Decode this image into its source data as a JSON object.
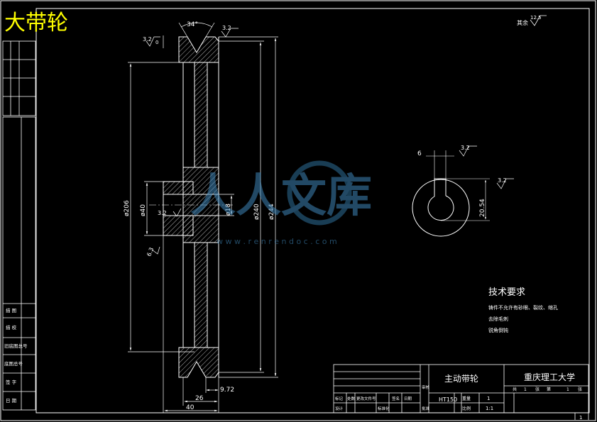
{
  "title_overlay": "大带轮",
  "roughness_note": {
    "label": "其余",
    "value": "12.5"
  },
  "dimensions": {
    "groove_angle": "34°",
    "roughness_top_left": "3.2",
    "roughness_top_right": "3.2",
    "side_small": "0",
    "dia_206": "ø206",
    "dia_40": "ø40",
    "dia_18": "ø18",
    "dia_240": "ø240",
    "dia_244": "ø244",
    "roughness_hub": "3.2",
    "chamfer": "6.3",
    "groove_offset": "9.72",
    "hub_width": "26",
    "total_width": "40",
    "keyway_width": "6",
    "keyway_roughness_1": "3.2",
    "keyway_roughness_2": "3.2",
    "keyway_depth": "20.54"
  },
  "watermark": {
    "text": "人人文库",
    "url": "w w w . r e n r e n d o c . c o m"
  },
  "tech_requirements": {
    "heading": "技术要求",
    "lines": [
      "铸件不允许有砂眼、裂纹、缩孔",
      "去除毛刺",
      "锐角倒钝"
    ]
  },
  "left_strip": {
    "cells": [
      "描 图",
      "描 校",
      "旧底图总号",
      "底图总号",
      "签 字",
      "日 期"
    ]
  },
  "title_block": {
    "part_name": "主动带轮",
    "school": "重庆理工大学",
    "material": "HT150",
    "weight_label": "重量",
    "weight": "1",
    "scale_label": "比例",
    "scale": "1:1",
    "sheet_info": [
      "共",
      "1",
      "张",
      "第",
      "1",
      "张"
    ],
    "row_labels": [
      "标记",
      "处数",
      "更改文件号",
      "签名",
      "日期"
    ],
    "design_label": "设计",
    "check_label": "审核",
    "std_label": "标准化",
    "approve_label": "批准",
    "page_marker": "1"
  }
}
